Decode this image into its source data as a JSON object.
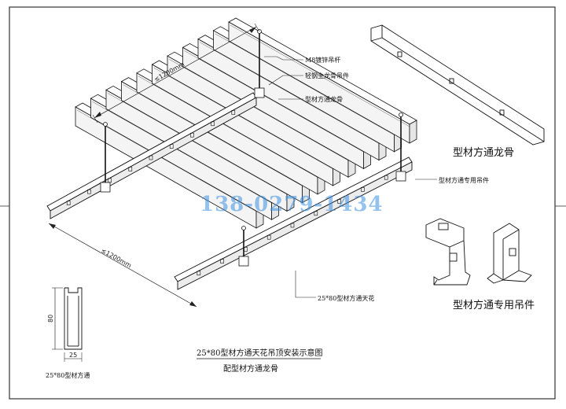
{
  "labels": {
    "rod": "M8镀锌吊杆",
    "main_hanger": "轻钢主龙骨吊件",
    "keel": "型材方通龙骨",
    "special_hanger": "型材方通专用吊件",
    "ceiling": "25*80型材方通天花",
    "keel_part_title": "型材方通龙骨",
    "hanger_part_title": "型材方通专用吊件",
    "profile_title": "25*80型材方通",
    "main_title": "25*80型材方通天花吊顶安装示意图",
    "sub_title": "配型材方通龙骨"
  },
  "dimensions": {
    "top_span": "≤1200mm",
    "bottom_span": "≤1200mm",
    "profile_height": "80",
    "profile_width": "25"
  },
  "watermark": "138-0279-1434",
  "colors": {
    "line": "#111111",
    "watermark": "#3b8fe0",
    "frame": "#333333"
  }
}
